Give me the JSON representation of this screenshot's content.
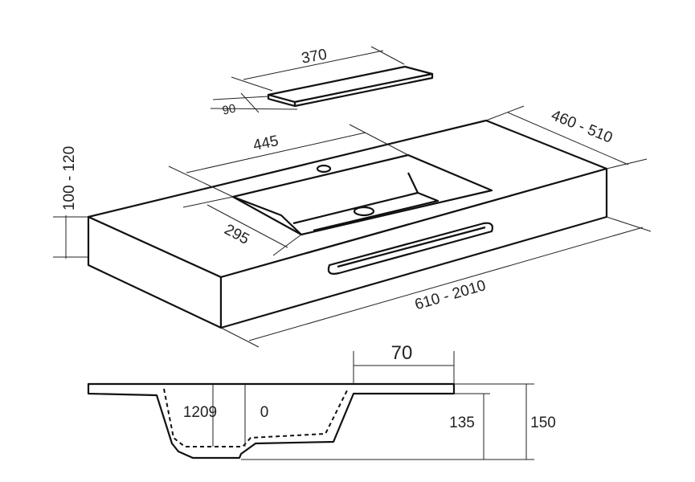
{
  "dimensions": {
    "shelf_length": "370",
    "shelf_depth": "90",
    "basin_width": "445",
    "basin_depth": "295",
    "top_depth": "460 - 510",
    "thickness": "100 - 120",
    "total_length": "610 - 2010",
    "section_width": "70",
    "section_inner_a": "1209",
    "section_inner_b": "0",
    "section_depth": "135",
    "section_total_depth": "150"
  },
  "colors": {
    "line": "#111111",
    "background": "#ffffff"
  }
}
